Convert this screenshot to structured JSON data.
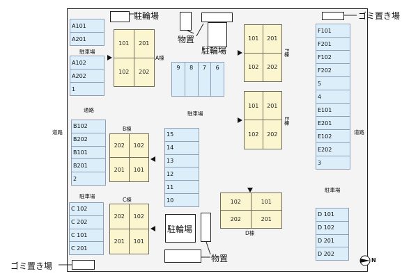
{
  "site": {
    "road_label": "道路",
    "inner_road_label": "通路"
  },
  "parking_a": {
    "label": "駐車場",
    "upper": [
      "A101",
      "A201"
    ],
    "lower": [
      "A102",
      "A202",
      "1"
    ]
  },
  "parking_b": [
    "B102",
    "B202",
    "B101",
    "B201",
    "2"
  ],
  "parking_c": {
    "label": "駐車場",
    "spots": [
      "C 102",
      "C 202",
      "C 101",
      "C 201"
    ]
  },
  "parking_center_top": {
    "spots": [
      "9",
      "8",
      "7",
      "6"
    ],
    "label": "駐車場"
  },
  "parking_center": [
    "15",
    "14",
    "13",
    "12",
    "11",
    "10"
  ],
  "parking_fe": [
    "F101",
    "F201",
    "F102",
    "F202",
    "5",
    "4",
    "E101",
    "E201",
    "E102",
    "E202",
    "3"
  ],
  "parking_d": {
    "label": "駐車場",
    "spots": [
      "D 101",
      "D 102",
      "D 201",
      "D 202"
    ]
  },
  "buildings": {
    "a": {
      "name": "A棟",
      "units": [
        "101",
        "201",
        "102",
        "202"
      ]
    },
    "f": {
      "name": "F棟",
      "units": [
        "101",
        "201",
        "102",
        "202"
      ]
    },
    "e": {
      "name": "E棟",
      "units": [
        "101",
        "201",
        "102",
        "202"
      ]
    },
    "b": {
      "name": "B棟",
      "units": [
        "202",
        "102",
        "201",
        "101"
      ]
    },
    "c": {
      "name": "C棟",
      "units": [
        "202",
        "102",
        "201",
        "101"
      ]
    },
    "d": {
      "name": "D棟",
      "units": [
        "102",
        "101",
        "202",
        "201"
      ]
    }
  },
  "facilities": {
    "bicycle_parking": "駐輪場",
    "storage": "物置",
    "garbage": "ゴミ置き場"
  },
  "compass": {
    "north_label": "N"
  },
  "colors": {
    "parking": "#dbeefa",
    "building": "#fbf6cf",
    "site": "#f4f4f4"
  }
}
